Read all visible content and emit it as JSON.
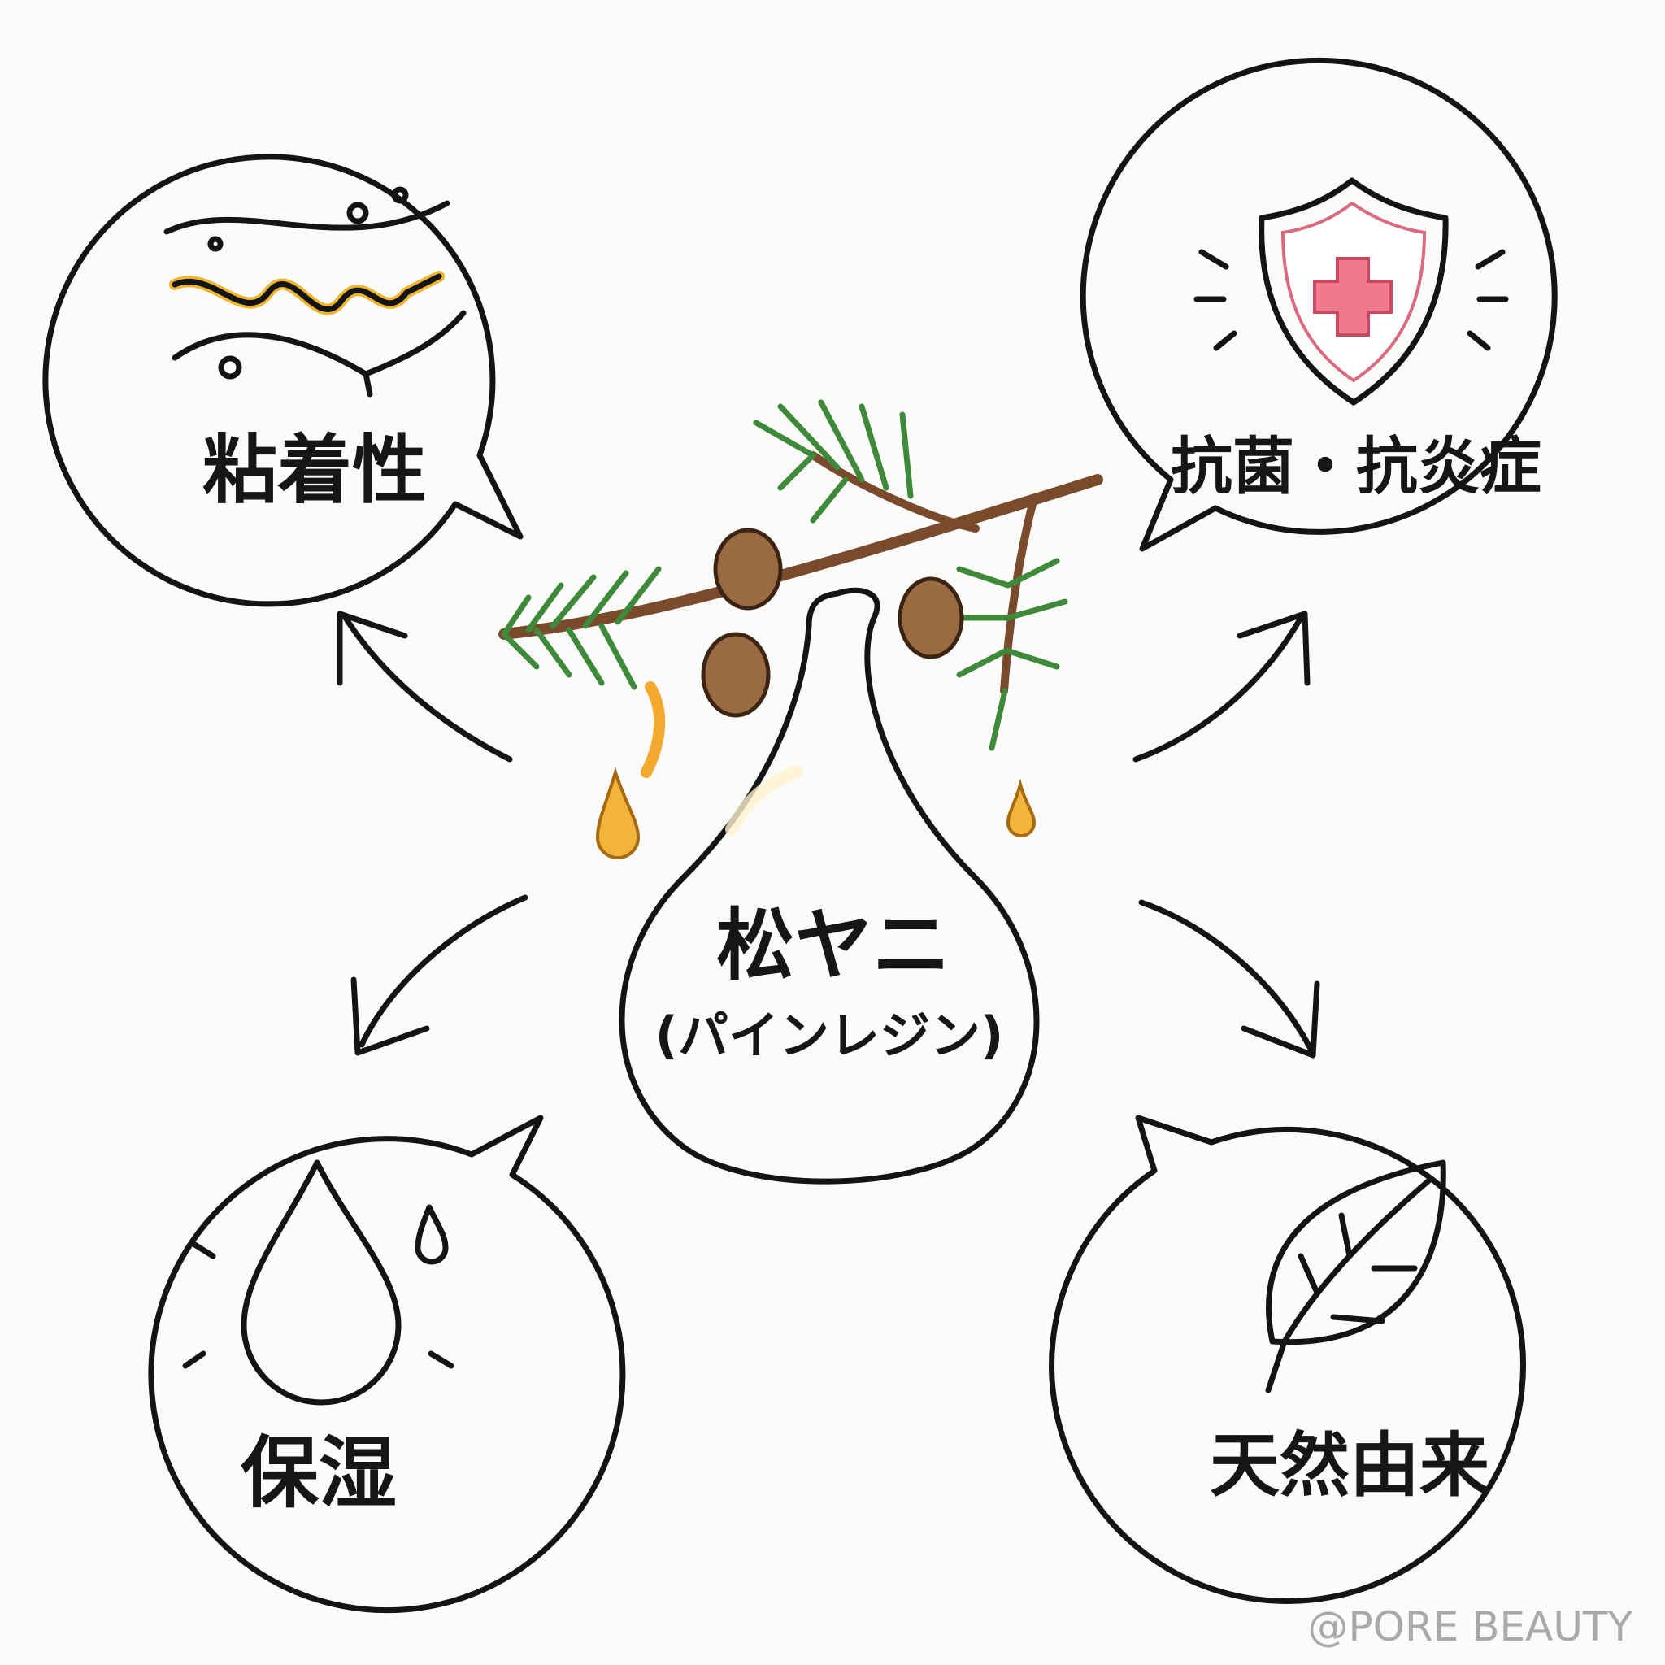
{
  "center": {
    "title": "松ヤニ",
    "subtitle": "(パインレジン)"
  },
  "benefits": [
    {
      "label": "粘着性",
      "icon": "honey-drip-icon",
      "color": "#f8efb0"
    },
    {
      "label": "抗菌・抗炎症",
      "icon": "shield-cross-icon",
      "color": "#f9d0da"
    },
    {
      "label": "保湿",
      "icon": "water-drop-icon",
      "color": "#cfeab8"
    },
    {
      "label": "天然由来",
      "icon": "leaf-icon",
      "color": "#bfe6f1"
    }
  ],
  "watermark": "@PORE BEAUTY",
  "colors": {
    "resin": "#f3b43c",
    "ink": "#141414",
    "pine": "#3f8a3a",
    "branch": "#7a4a2c"
  }
}
